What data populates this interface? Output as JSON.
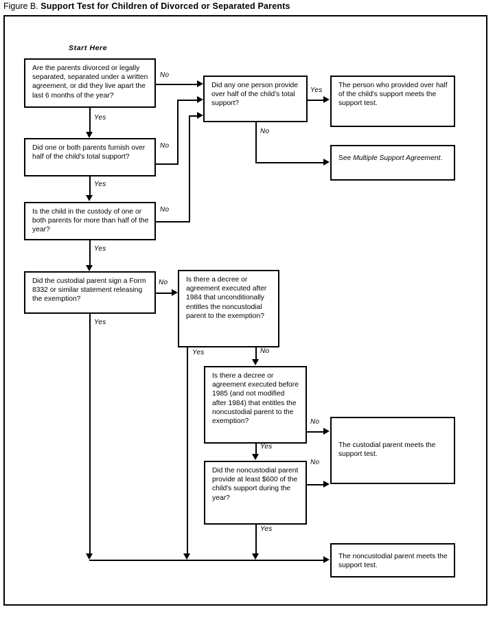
{
  "figure": {
    "label": "Figure B.",
    "title": "Support Test for Children of Divorced or Separated Parents",
    "start_label": "Start Here"
  },
  "nodes": {
    "q_divorced": "Are the parents divorced or legally separated, separated under a written agreement, or did they live apart the last 6 months of the year?",
    "q_furnish": "Did one or both parents furnish over half of the child's total support?",
    "q_custody": "Is the child in the custody of one or both parents for more than half of the year?",
    "q_form8332": "Did the custodial parent sign a Form 8332 or similar statement releasing the exemption?",
    "q_any_one_person": "Did any one person provide over half of the child's total support?",
    "r_person_provided": "The person who provided over half of the child's support meets the support test.",
    "r_multiple_support_prefix": "See ",
    "r_multiple_support_italic": "Multiple Support Agreement",
    "r_multiple_support_suffix": ".",
    "q_decree_after_1984": "Is there a decree or agreement executed after 1984 that unconditionally entitles the noncustodial parent to the exemption?",
    "q_decree_before_1985": "Is there a decree or agreement executed before 1985 (and not modified after 1984) that entitles the noncustodial parent to the exemption?",
    "q_600_support": "Did the noncustodial parent provide at least $600 of the child's support during the year?",
    "r_custodial_meets": "The custodial parent meets the support test.",
    "r_noncustodial_meets": "The noncustodial parent meets the support test."
  },
  "edges": {
    "no1": "No",
    "no2": "No",
    "no3": "No",
    "no4": "No",
    "no5": "No",
    "no6": "No",
    "no7": "No",
    "yes1": "Yes",
    "yes2": "Yes",
    "yes3": "Yes",
    "yes4": "Yes",
    "yes5": "Yes",
    "yes6": "Yes",
    "yes7": "Yes"
  },
  "colors": {
    "ink": "#000000",
    "paper": "#ffffff"
  }
}
